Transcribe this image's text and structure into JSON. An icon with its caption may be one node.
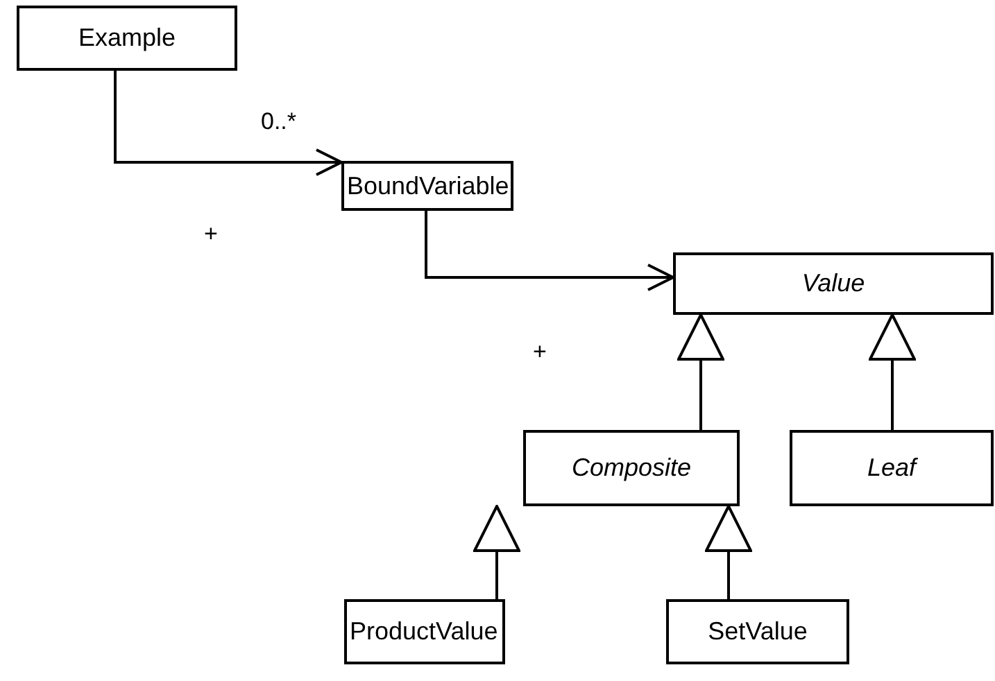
{
  "diagram": {
    "nodes": [
      {
        "text": [
          "Example"
        ]
      },
      {
        "text": [
          "BoundVariable"
        ]
      },
      {
        "text": [
          "Value"
        ]
      },
      {
        "text": [
          "Composite"
        ]
      },
      {
        "text": [
          "Leaf"
        ]
      },
      {
        "text": [
          "ProductValue"
        ]
      },
      {
        "text": [
          "SetValue"
        ]
      }
    ],
    "edges": [
      {
        "from": 0,
        "to": 1,
        "arrow": "to",
        "label": "0..*"
      },
      {
        "from": 1,
        "to": 2,
        "arrow": "to"
      },
      {
        "from": 3,
        "to": 2,
        "arrow": "to"
      },
      {
        "from": 4,
        "to": 2,
        "arrow": "to"
      },
      {
        "from": 5,
        "to": 3,
        "arrow": "to"
      },
      {
        "from": 6,
        "to": 3,
        "arrow": "to"
      }
    ],
    "labels": [
      "+",
      "+"
    ]
  }
}
